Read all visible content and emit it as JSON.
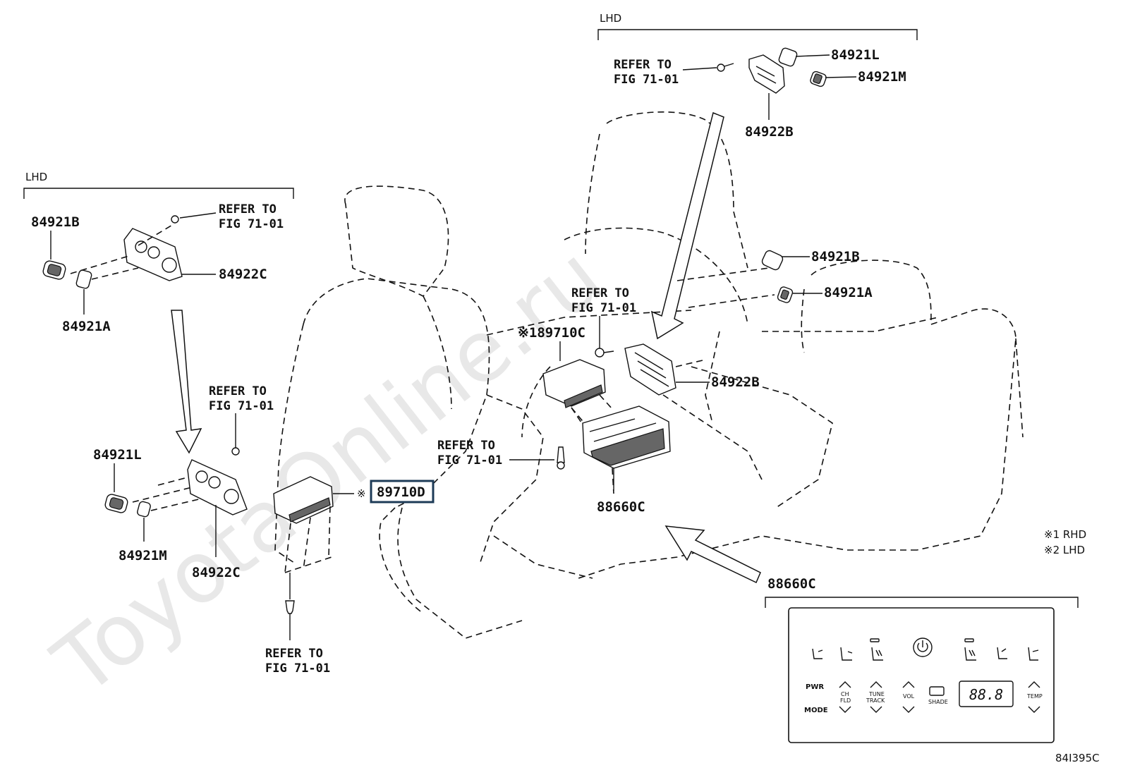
{
  "watermark": "ToyotaOnline.ru",
  "top_group": {
    "header": "LHD",
    "labels": [
      "84921L",
      "84921M",
      "84922B"
    ],
    "refer_line1": "REFER TO",
    "refer_line2": "FIG 71-01"
  },
  "left_group": {
    "header": "LHD",
    "labels": [
      "84921B",
      "84922C",
      "84921A"
    ],
    "refer_line1": "REFER TO",
    "refer_line2": "FIG 71-01"
  },
  "center_labels": {
    "left_84921L": "84921L",
    "left_84921M": "84921M",
    "left_84922C": "84922C",
    "highlighted_89710D": "89710D",
    "note_mark_89710D": "※",
    "p_89710C": "※189710C",
    "right_84921B": "84921B",
    "right_84921A": "84921A",
    "right_84922B": "84922B",
    "p_88660C": "88660C",
    "refer_line1": "REFER TO",
    "refer_line2": "FIG 71-01"
  },
  "notes": {
    "rhd": "※1 RHD",
    "lhd": "※2 LHD"
  },
  "panel": {
    "title": "88660C",
    "pwr": "PWR",
    "mode": "MODE",
    "ch_top": "CH",
    "ch_bottom": "FLD",
    "tune_top": "TUNE",
    "tune_bottom": "TRACK",
    "vol": "VOL",
    "shade": "SHADE",
    "display": "88.8",
    "temp": "TEMP"
  },
  "figure_code": "84I395C"
}
